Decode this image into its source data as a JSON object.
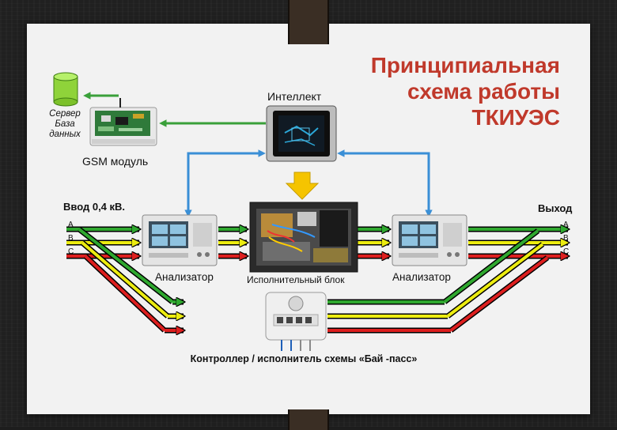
{
  "diagram": {
    "title_lines": [
      "Принципиальная",
      "схема работы",
      "ТКИУЭС"
    ],
    "labels": {
      "server": [
        "Сервер",
        "База",
        "данных"
      ],
      "gsm": "GSM модуль",
      "intellect": "Интеллект",
      "input": "Ввод 0,4 кВ.",
      "output": "Выход",
      "analyzer_left": "Анализатор",
      "analyzer_right": "Анализатор",
      "exec_block": "Исполнительный блок",
      "controller": "Контроллер / исполнитель  схемы «Бай -пасс»"
    },
    "phases_left": [
      "A",
      "B",
      "C"
    ],
    "phases_right": [
      "A",
      "B",
      "C"
    ],
    "colors": {
      "title": "#c0392b",
      "phase_a": "#2fa82f",
      "phase_b": "#ecec10",
      "phase_c": "#dd1f1f",
      "signal_arrow": "#3a8fd6",
      "gsm_arrow": "#3aa03a",
      "down_arrow": "#f5c400"
    }
  }
}
